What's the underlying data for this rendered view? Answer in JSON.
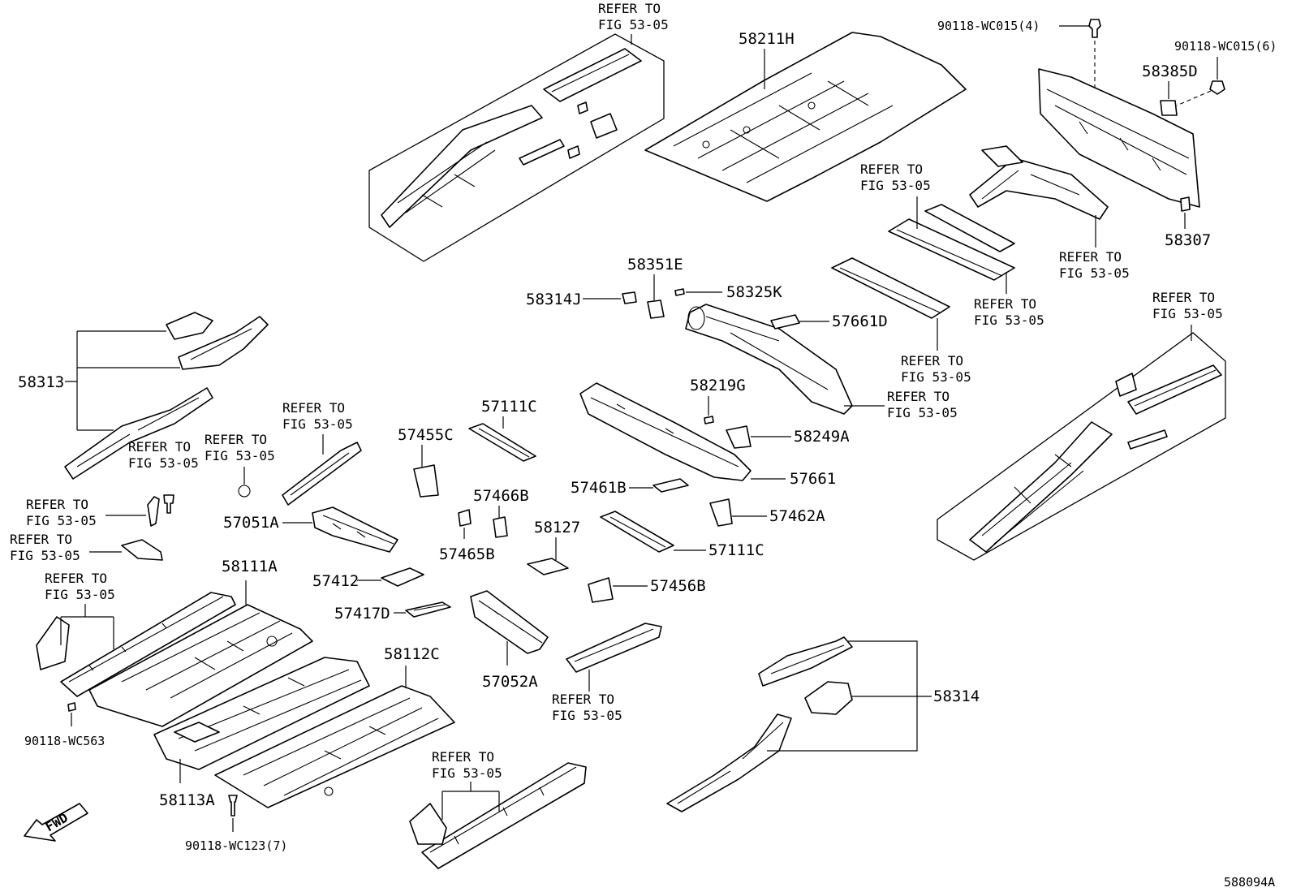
{
  "diagram_id": "588094A",
  "fwd_label": "FWD",
  "labels": {
    "p58211H": "58211H",
    "p90118_WC015_4": "90118-WC015(4)",
    "p90118_WC015_6": "90118-WC015(6)",
    "p58385D": "58385D",
    "p58307": "58307",
    "p58351E": "58351E",
    "p58314J": "58314J",
    "p58325K": "58325K",
    "p57661D": "57661D",
    "p58313": "58313",
    "p58219G": "58219G",
    "p58249A": "58249A",
    "p57661": "57661",
    "p57111C_a": "57111C",
    "p57111C_b": "57111C",
    "p57455C": "57455C",
    "p57466B": "57466B",
    "p57465B": "57465B",
    "p57461B": "57461B",
    "p57462A": "57462A",
    "p57051A": "57051A",
    "p58127": "58127",
    "p57412": "57412",
    "p57456B": "57456B",
    "p57417D": "57417D",
    "p58111A": "58111A",
    "p58112C": "58112C",
    "p57052A": "57052A",
    "p58314": "58314",
    "p90118_WC563": "90118-WC563",
    "p58113A": "58113A",
    "p90118_WC123_7": "90118-WC123(7)"
  },
  "refer": {
    "line1": "REFER TO",
    "line2": "FIG 53-05"
  }
}
